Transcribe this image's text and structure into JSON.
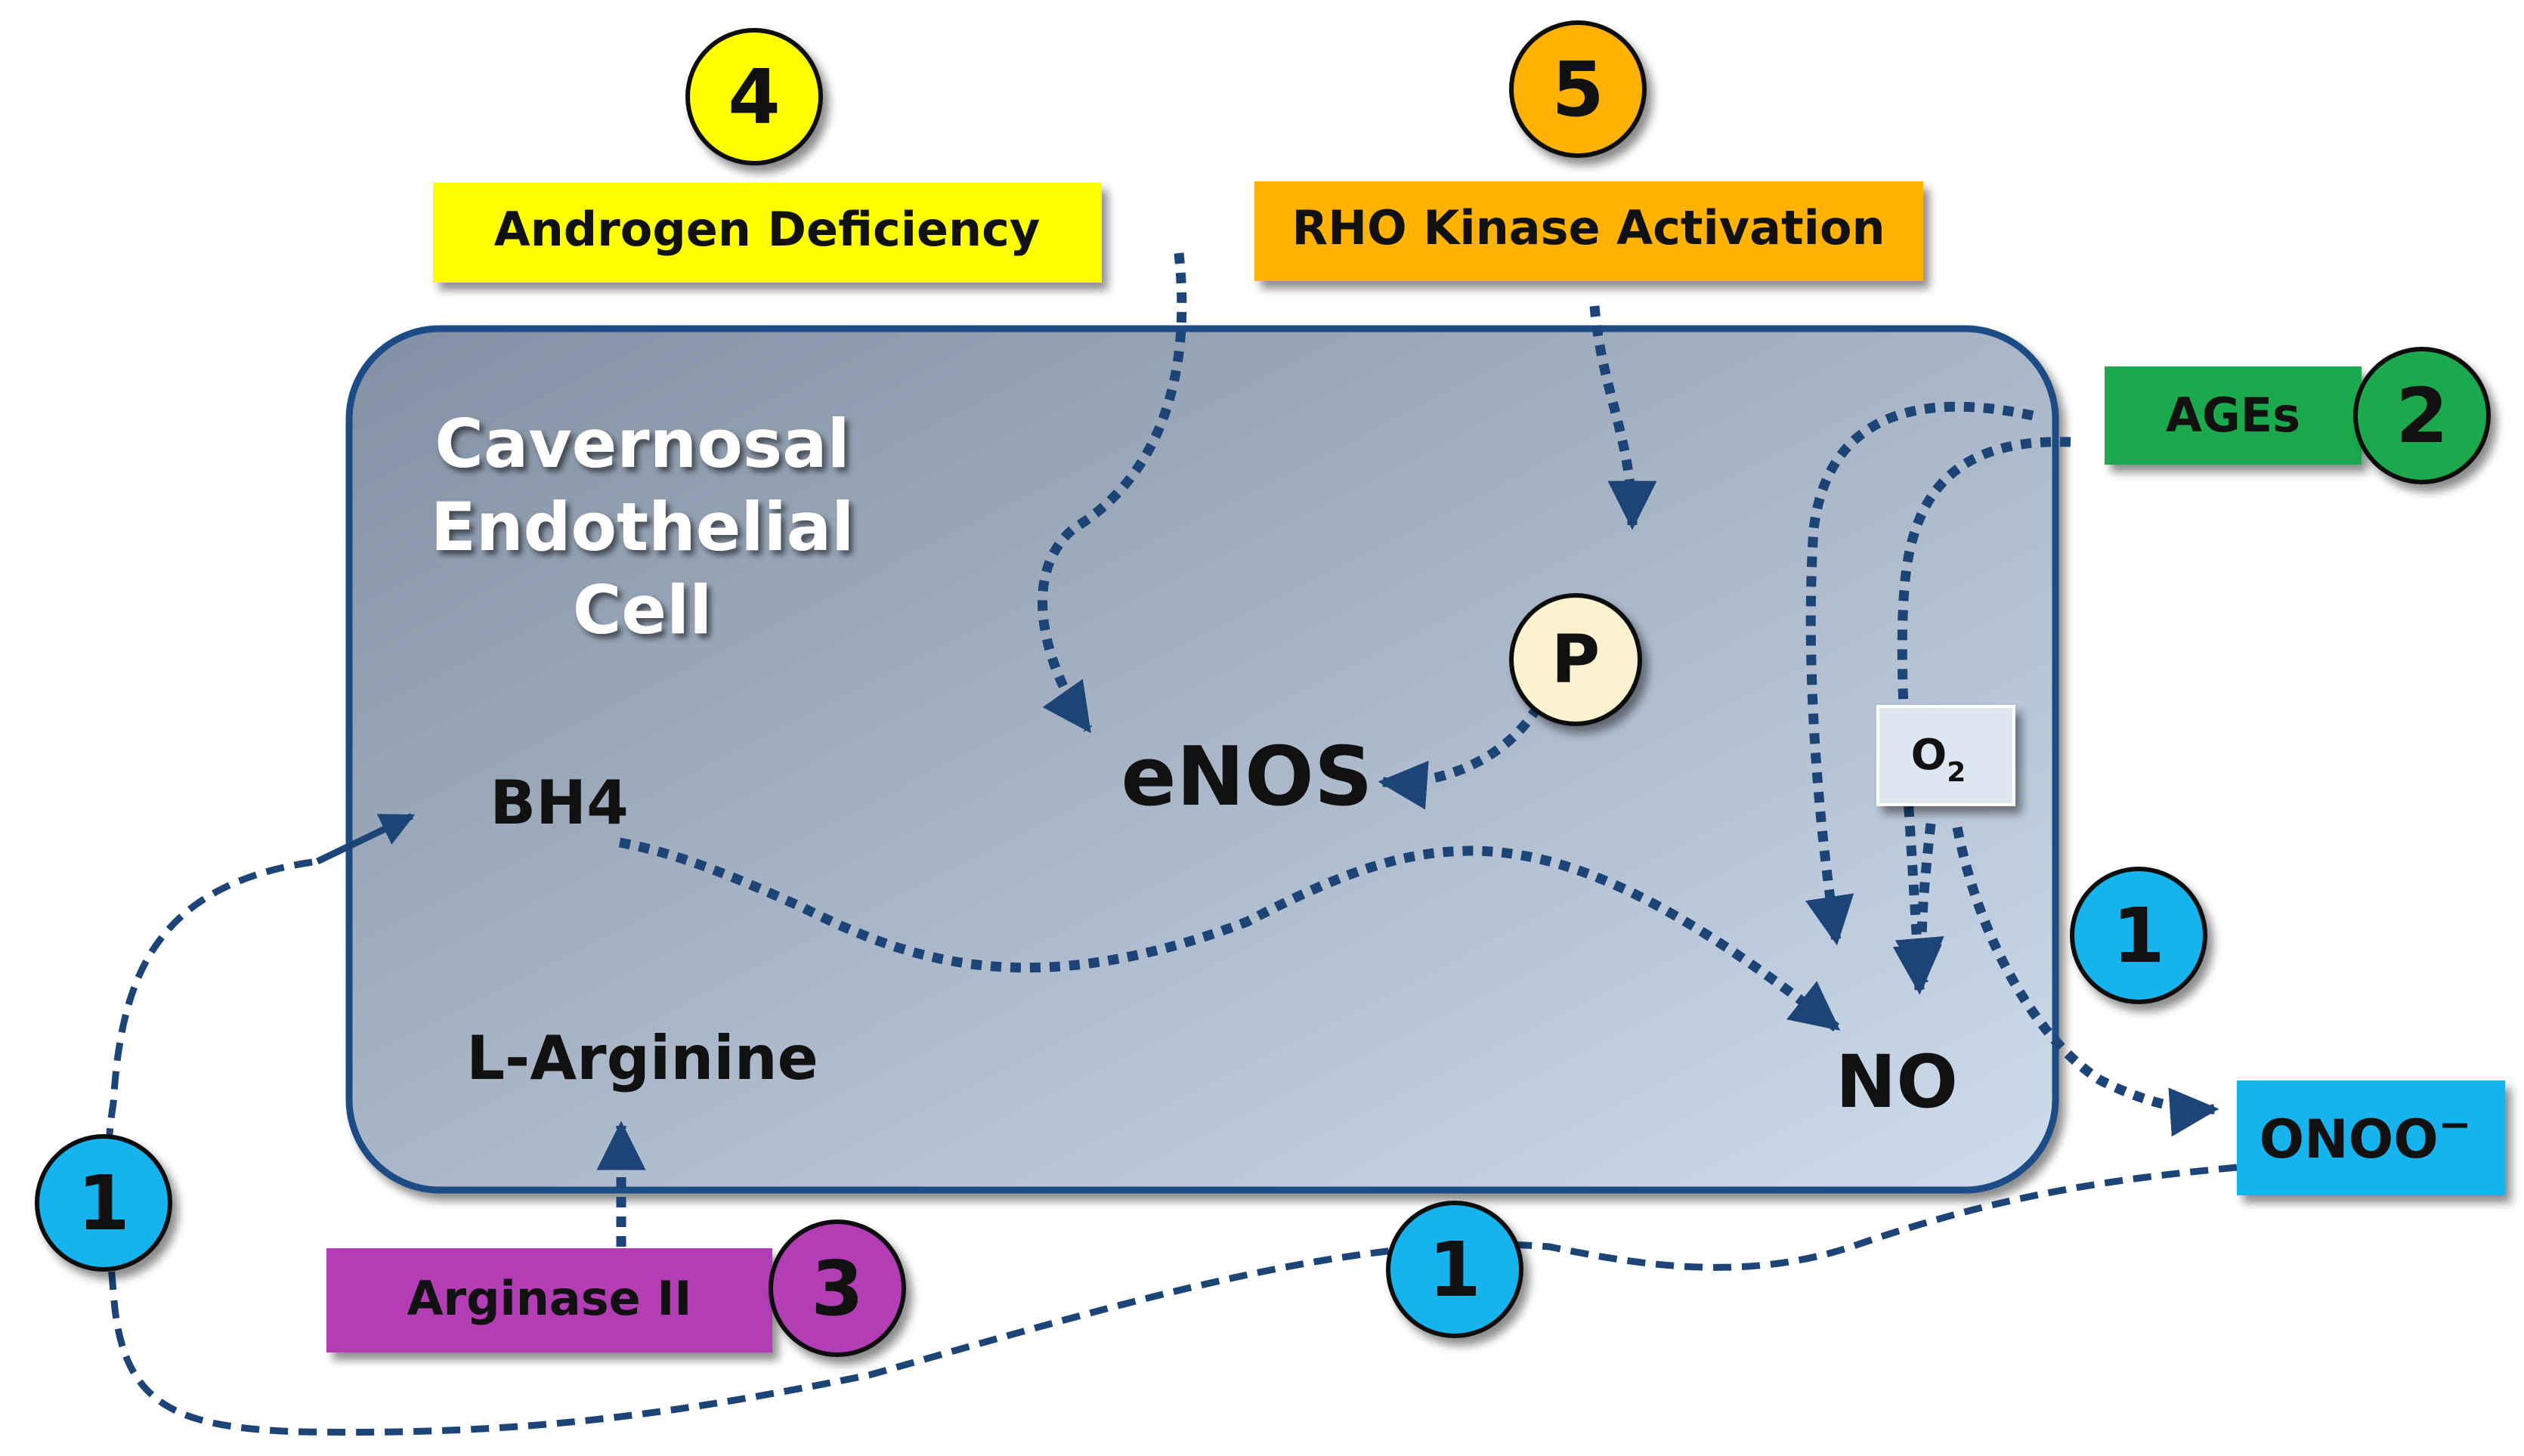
{
  "cell": {
    "title_lines": [
      "Cavernosal",
      "Endothelial",
      "Cell"
    ]
  },
  "molecules": {
    "bh4": "BH4",
    "enos": "eNOS",
    "l_arginine": "L-Arginine",
    "no": "NO",
    "o2": "O",
    "o2_subscript": "2",
    "phosphate": "P",
    "onoo": "ONOO",
    "onoo_charge": "−"
  },
  "factors": {
    "androgen": {
      "label": "Androgen Deficiency",
      "number": "4",
      "color": "#ffff00"
    },
    "rho_kinase": {
      "label": "RHO Kinase Activation",
      "number": "5",
      "color": "#ffb300"
    },
    "ages": {
      "label": "AGEs",
      "number": "2",
      "color": "#1fa84d"
    },
    "arginase": {
      "label": "Arginase II",
      "number": "3",
      "color": "#b23db5"
    },
    "oxidative": {
      "number": "1",
      "color": "#16b4ef"
    }
  },
  "colors": {
    "arrow": "#1c4476",
    "cell_top": "#8290a3",
    "cell_bottom": "#cfdcec",
    "cell_border": "#1d4b85",
    "onoo_box": "#16b4ef",
    "o2_box": "#dde7f1",
    "phosphate_fill": "#fdf2cf"
  }
}
